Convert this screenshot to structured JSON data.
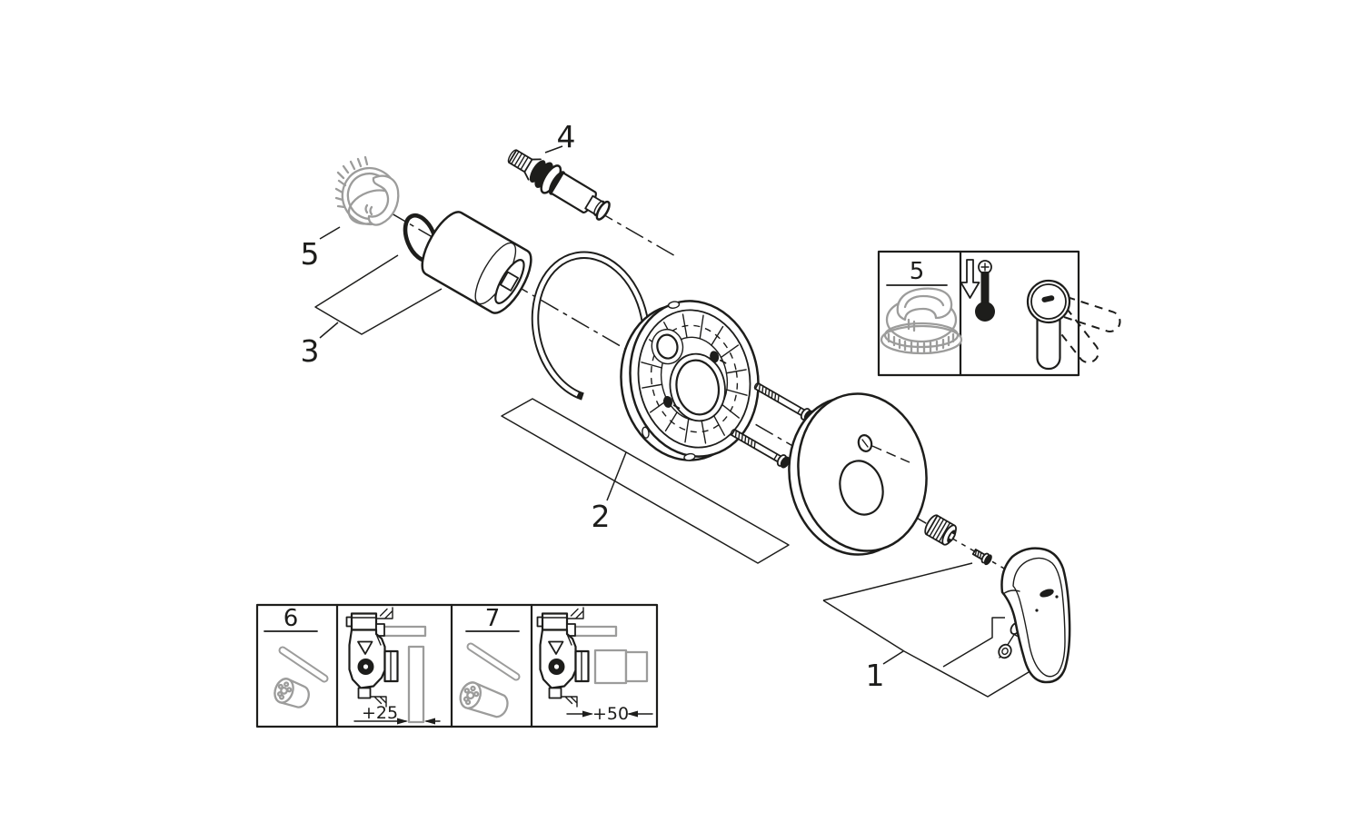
{
  "diagram": {
    "type": "exploded-parts-diagram",
    "colors": {
      "background": "#ffffff",
      "line": "#1d1d1b",
      "gray-part": "#9c9c9b"
    },
    "callouts": {
      "part1": "1",
      "part2": "2",
      "part3": "3",
      "part4": "4",
      "part5": "5"
    },
    "insets": {
      "temp_limiter": {
        "number": "5",
        "icons": [
          "temperature-limiter-cap-icon",
          "down-arrow-icon",
          "thermometer-icon",
          "lever-positions-icon"
        ]
      },
      "ext25": {
        "number": "6",
        "dimension": "+25",
        "icons": [
          "rod-icon",
          "extension-spacer-icon",
          "rough-in-valve-icon"
        ]
      },
      "ext50": {
        "number": "7",
        "dimension": "+50",
        "icons": [
          "rod-icon",
          "extension-spacer-icon",
          "rough-in-valve-icon"
        ]
      }
    }
  }
}
